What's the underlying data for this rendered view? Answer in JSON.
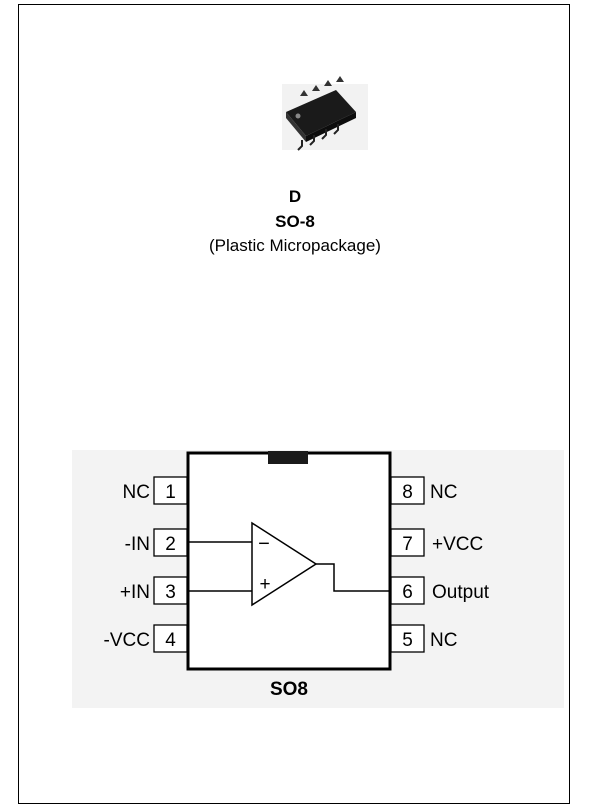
{
  "package": {
    "code": "D",
    "name": "SO-8",
    "description": "(Plastic Micropackage)"
  },
  "pinout": {
    "caption": "SO8",
    "pins_left": [
      {
        "number": "1",
        "label": "NC"
      },
      {
        "number": "2",
        "label": "-IN"
      },
      {
        "number": "3",
        "label": "+IN"
      },
      {
        "number": "4",
        "label": "-VCC"
      }
    ],
    "pins_right": [
      {
        "number": "8",
        "label": "NC"
      },
      {
        "number": "7",
        "label": "+VCC"
      },
      {
        "number": "6",
        "label": "Output"
      },
      {
        "number": "5",
        "label": "NC"
      }
    ],
    "opamp_inverting_symbol": "−",
    "opamp_noninverting_symbol": "+"
  },
  "colors": {
    "background_panel": "#f3f3f3",
    "line": "#000000"
  }
}
